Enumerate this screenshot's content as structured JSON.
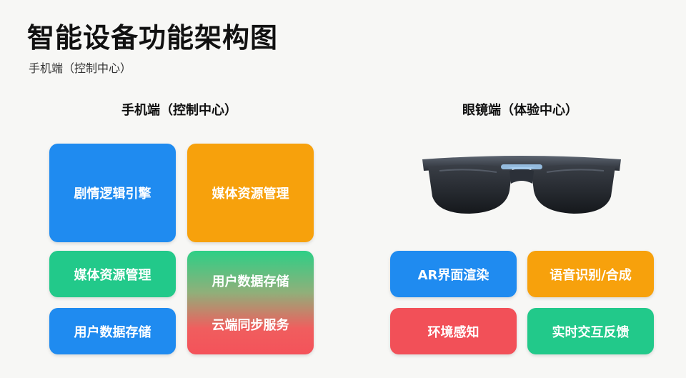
{
  "title": "智能设备功能架构图",
  "subtitle": "手机端（控制中心）",
  "phone": {
    "heading": "手机端（控制中心）",
    "box_story": "剧情逻辑引擎",
    "box_media_top": "媒体资源管理",
    "box_media": "媒体资源管理",
    "box_storage_combo": "用户数据存储",
    "box_cloud": "云端同步服务",
    "box_storage": "用户数据存储"
  },
  "glasses": {
    "heading": "眼镜端（体验中心）",
    "box_ar": "AR界面渲染",
    "box_voice": "语音识别/合成",
    "box_env": "环境感知",
    "box_feedback": "实时交互反馈"
  },
  "colors": {
    "blue": "#1f8bf0",
    "orange": "#f7a10c",
    "green": "#22c98a",
    "red": "#f25058"
  },
  "icons": [
    "ar-glasses-icon"
  ]
}
